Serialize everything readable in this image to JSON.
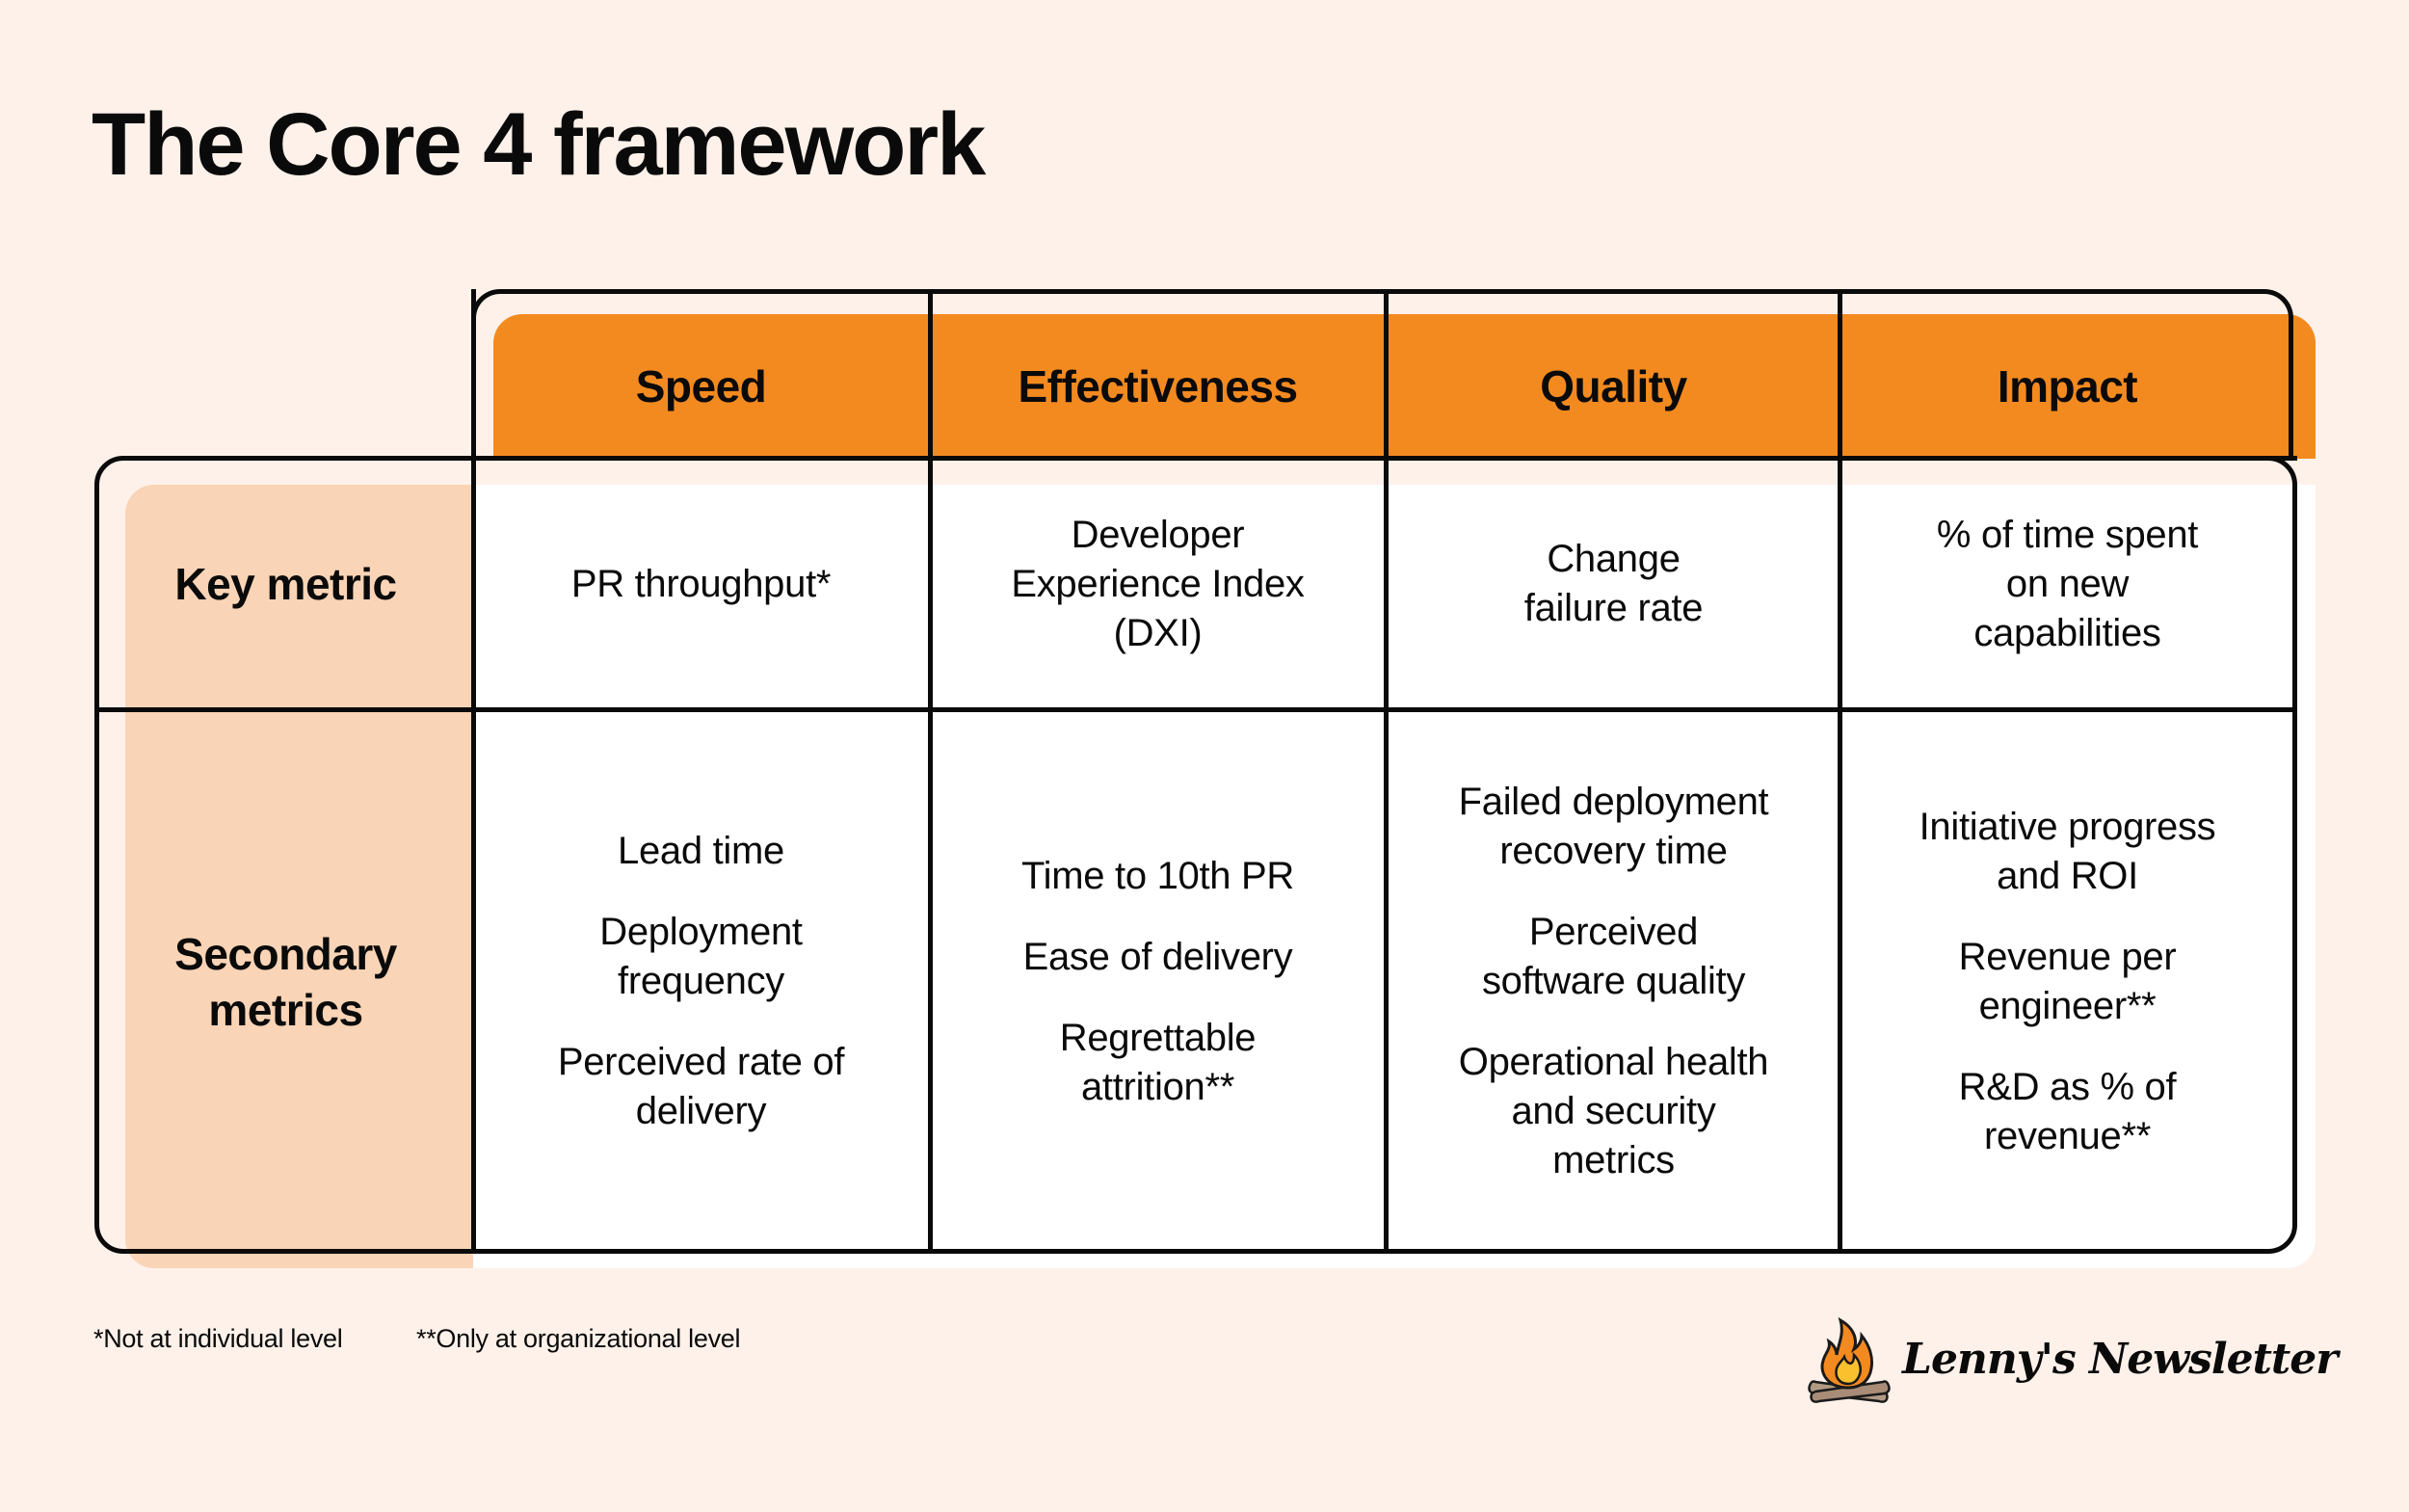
{
  "title": "The Core 4 framework",
  "colors": {
    "background": "#FDF1EA",
    "header_orange": "#F38A20",
    "row_label_peach": "#FAD4B6",
    "cell_white": "#FFFFFF",
    "border": "#0A0A0A"
  },
  "table": {
    "columns": [
      "Speed",
      "Effectiveness",
      "Quality",
      "Impact"
    ],
    "rows": [
      {
        "label": [
          "Key metric"
        ],
        "cells": [
          [
            [
              "PR throughput*"
            ]
          ],
          [
            [
              "Developer",
              "Experience Index",
              "(DXI)"
            ]
          ],
          [
            [
              "Change",
              "failure rate"
            ]
          ],
          [
            [
              "% of time spent",
              "on new",
              "capabilities"
            ]
          ]
        ]
      },
      {
        "label": [
          "Secondary",
          "metrics"
        ],
        "cells": [
          [
            [
              "Lead time"
            ],
            [
              "Deployment",
              "frequency"
            ],
            [
              "Perceived rate of",
              "delivery"
            ]
          ],
          [
            [
              "Time to 10th PR"
            ],
            [
              "Ease of delivery"
            ],
            [
              "Regrettable",
              "attrition**"
            ]
          ],
          [
            [
              "Failed deployment",
              "recovery time"
            ],
            [
              "Perceived",
              "software quality"
            ],
            [
              "Operational health",
              "and security",
              "metrics"
            ]
          ],
          [
            [
              "Initiative progress",
              "and ROI"
            ],
            [
              "Revenue per",
              "engineer**"
            ],
            [
              "R&D as % of",
              "revenue**"
            ]
          ]
        ]
      }
    ]
  },
  "footnotes": [
    "*Not at individual level",
    "**Only at organizational level"
  ],
  "brand": {
    "name": "Lenny's Newsletter",
    "icon": "campfire-icon"
  }
}
